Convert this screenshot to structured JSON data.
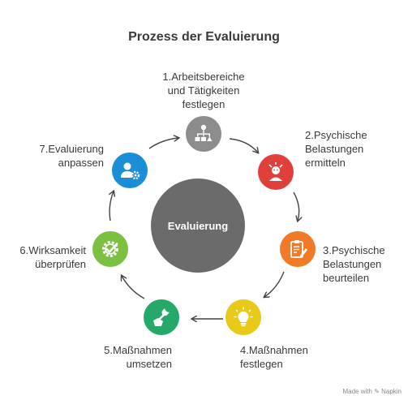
{
  "title": "Prozess der Evaluierung",
  "center_label": "Evaluierung",
  "steps": [
    {
      "lines": [
        "1.Arbeitsbereiche",
        "und Tätigkeiten",
        "festlegen"
      ],
      "color": "#8c8c8c",
      "icon": "hierarchy-icon"
    },
    {
      "lines": [
        "2.Psychische",
        "Belastungen",
        "ermitteln"
      ],
      "color": "#e0403a",
      "icon": "stressed-person-icon"
    },
    {
      "lines": [
        "3.Psychische",
        "Belastungen",
        "beurteilen"
      ],
      "color": "#f07a28",
      "icon": "clipboard-pencil-icon"
    },
    {
      "lines": [
        "4.Maßnahmen",
        "festlegen"
      ],
      "color": "#e8c917",
      "icon": "lightbulb-icon"
    },
    {
      "lines": [
        "5.Maßnahmen",
        "umsetzen"
      ],
      "color": "#26a869",
      "icon": "hand-wrench-icon"
    },
    {
      "lines": [
        "6.Wirksamkeit",
        "überprüfen"
      ],
      "color": "#7bc041",
      "icon": "gear-check-icon"
    },
    {
      "lines": [
        "7.Evaluierung",
        "anpassen"
      ],
      "color": "#1a8fd8",
      "icon": "user-gear-icon"
    }
  ],
  "watermark": "Made with ✎ Napkin"
}
